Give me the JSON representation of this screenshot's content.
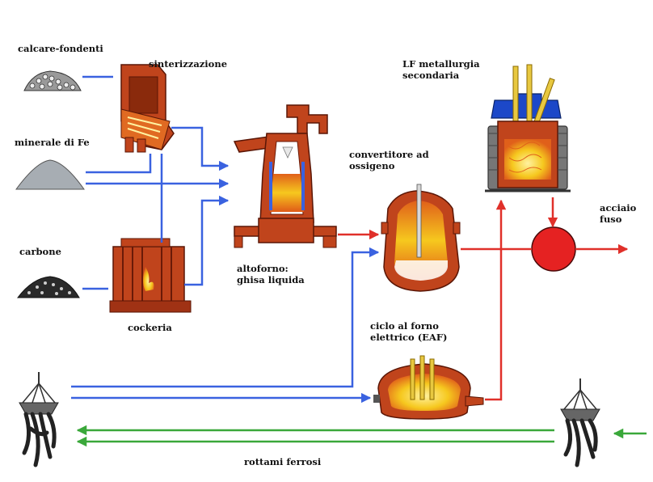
{
  "labels": {
    "calcare": "calcare-fondenti",
    "sinterizzazione": "sinterizzazione",
    "minerale": "minerale di Fe",
    "carbone": "carbone",
    "cockeria": "cockeria",
    "altoforno_1": "altoforno:",
    "altoforno_2": "ghisa liquida",
    "convertitore_1": "convertitore ad",
    "convertitore_2": "ossigeno",
    "lf_1": "LF metallurgia",
    "lf_2": "secondaria",
    "acciaio_1": "acciaio",
    "acciaio_2": "fuso",
    "eaf_1": "ciclo al forno",
    "eaf_2": "elettrico (EAF)",
    "rottami": "rottami ferrosi"
  },
  "colors": {
    "raw_material_flow": "#3a62e0",
    "molten_flow": "#e0302a",
    "scrap_flow": "#3aa83a",
    "equipment": "#c0441c",
    "equipment_dark": "#6a1a08",
    "hot_metal": "#f6c81e",
    "product": "#e52222"
  }
}
